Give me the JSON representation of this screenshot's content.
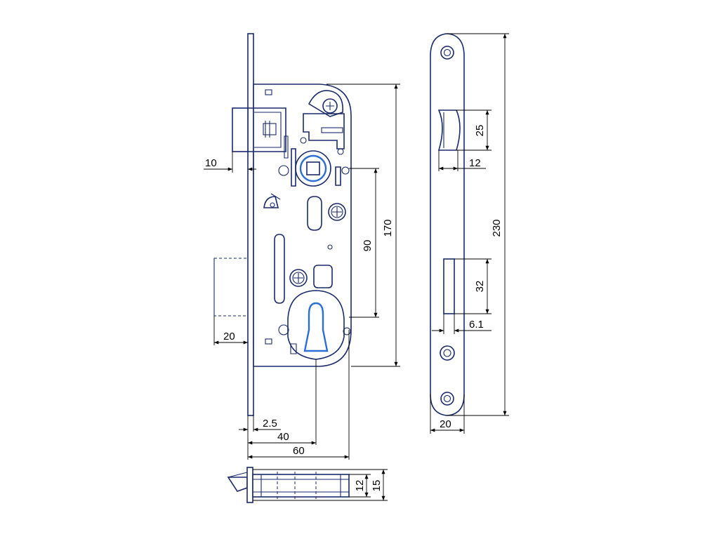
{
  "colors": {
    "outline": "#1a2a6b",
    "accent": "#2b6fd6",
    "dimension": "#000000"
  },
  "dimensions": {
    "backset_bolt_offset": "10",
    "latch_projection": "20",
    "faceplate_thickness": "2.5",
    "backset": "40",
    "body_width": "60",
    "height_90": "90",
    "body_height": "170",
    "latch_slot_height": "25",
    "latch_slot_width": "12",
    "faceplate_length": "230",
    "bolt_slot_height": "32",
    "bolt_slot_width": "6.1",
    "faceplate_width": "20",
    "body_depth": "12",
    "faceplate_depth": "15"
  }
}
